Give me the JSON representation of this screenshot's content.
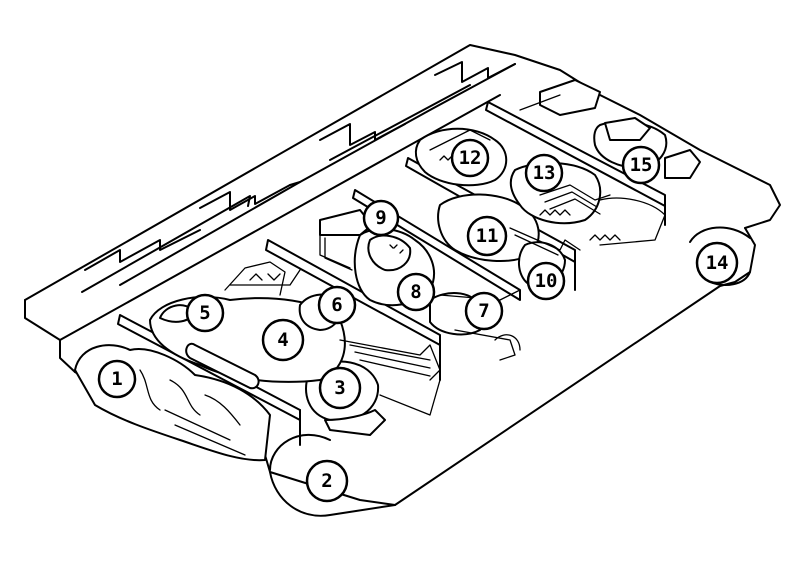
{
  "diagram": {
    "callouts": [
      {
        "id": "callout-1",
        "label": "1"
      },
      {
        "id": "callout-2",
        "label": "2"
      },
      {
        "id": "callout-3",
        "label": "3"
      },
      {
        "id": "callout-4",
        "label": "4"
      },
      {
        "id": "callout-5",
        "label": "5"
      },
      {
        "id": "callout-6",
        "label": "6"
      },
      {
        "id": "callout-7",
        "label": "7"
      },
      {
        "id": "callout-8",
        "label": "8"
      },
      {
        "id": "callout-9",
        "label": "9"
      },
      {
        "id": "callout-10",
        "label": "10"
      },
      {
        "id": "callout-11",
        "label": "11"
      },
      {
        "id": "callout-12",
        "label": "12"
      },
      {
        "id": "callout-13",
        "label": "13"
      },
      {
        "id": "callout-14",
        "label": "14"
      },
      {
        "id": "callout-15",
        "label": "15"
      }
    ]
  }
}
